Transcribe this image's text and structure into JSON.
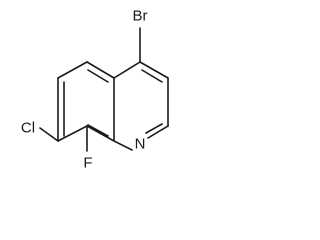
{
  "molecule": {
    "name_visible": "",
    "atoms": {
      "br": "Br",
      "cl": "Cl",
      "f": "F",
      "n": "N"
    },
    "colors": {
      "bond": "#1a1a1a",
      "text": "#1a1a1a",
      "background": "#ffffff"
    }
  }
}
